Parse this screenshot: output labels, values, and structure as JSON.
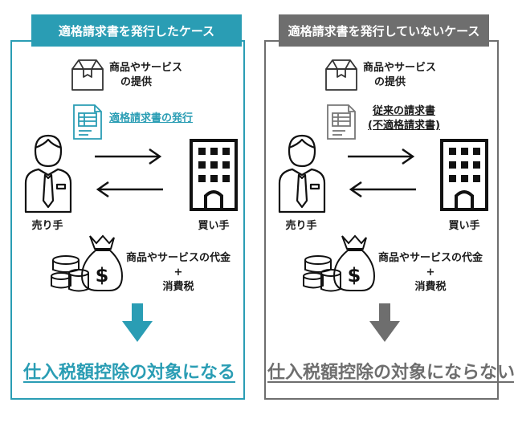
{
  "colors": {
    "accent": "#2a9db4",
    "gray": "#6e6e6e"
  },
  "left": {
    "title": "適格請求書を発行したケース",
    "goods_label": "商品やサービス",
    "goods_label2": "の提供",
    "invoice_label": "適格請求書の発行",
    "seller_label": "売り手",
    "buyer_label": "買い手",
    "payment_label": "商品やサービスの代金",
    "plus": "+",
    "tax_label": "消費税",
    "result": "仕入税額控除の対象になる"
  },
  "right": {
    "title": "適格請求書を発行していないケース",
    "goods_label": "商品やサービス",
    "goods_label2": "の提供",
    "invoice_label": "従来の請求書",
    "invoice_label2": "(不適格請求書)",
    "seller_label": "売り手",
    "buyer_label": "買い手",
    "payment_label": "商品やサービスの代金",
    "plus": "+",
    "tax_label": "消費税",
    "result": "仕入税額控除の対象にならない"
  }
}
